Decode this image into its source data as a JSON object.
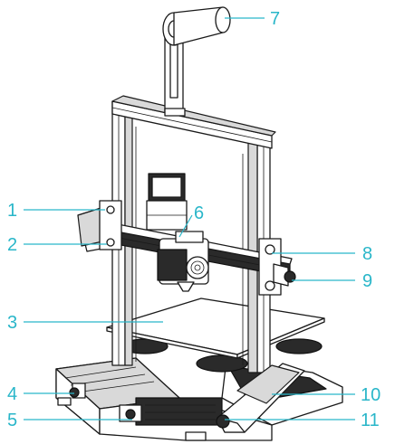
{
  "diagram": {
    "callouts": [
      {
        "id": 1,
        "label": "1"
      },
      {
        "id": 2,
        "label": "2"
      },
      {
        "id": 3,
        "label": "3"
      },
      {
        "id": 4,
        "label": "4"
      },
      {
        "id": 5,
        "label": "5"
      },
      {
        "id": 6,
        "label": "6"
      },
      {
        "id": 7,
        "label": "7"
      },
      {
        "id": 8,
        "label": "8"
      },
      {
        "id": 9,
        "label": "9"
      },
      {
        "id": 10,
        "label": "10"
      },
      {
        "id": 11,
        "label": "11"
      }
    ],
    "colors": {
      "callout": "#29b6c9",
      "line": "#1a1a1a",
      "panel_fill": "#d9d9d9",
      "dark_fill": "#2a2a2a",
      "background": "#ffffff"
    }
  }
}
